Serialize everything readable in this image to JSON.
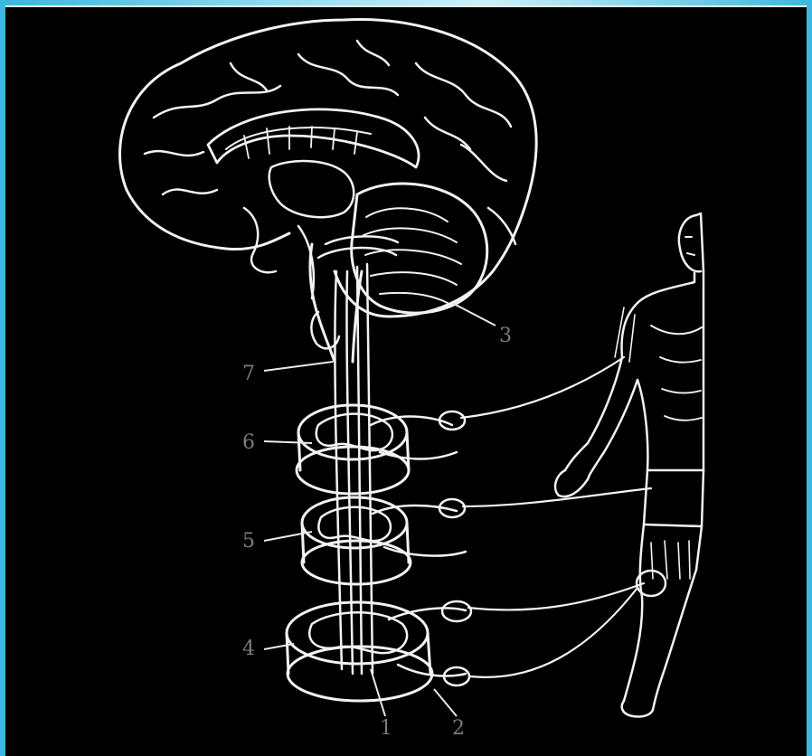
{
  "diagram": {
    "labels": [
      {
        "id": "1",
        "text": "1"
      },
      {
        "id": "2",
        "text": "2"
      },
      {
        "id": "3",
        "text": "3"
      },
      {
        "id": "4",
        "text": "4"
      },
      {
        "id": "5",
        "text": "5"
      },
      {
        "id": "6",
        "text": "6"
      },
      {
        "id": "7",
        "text": "7"
      }
    ],
    "colors": {
      "background": "#000000",
      "line": "#f2f2f2",
      "label": "#7c7c7c",
      "frame": "#39b7de"
    }
  }
}
